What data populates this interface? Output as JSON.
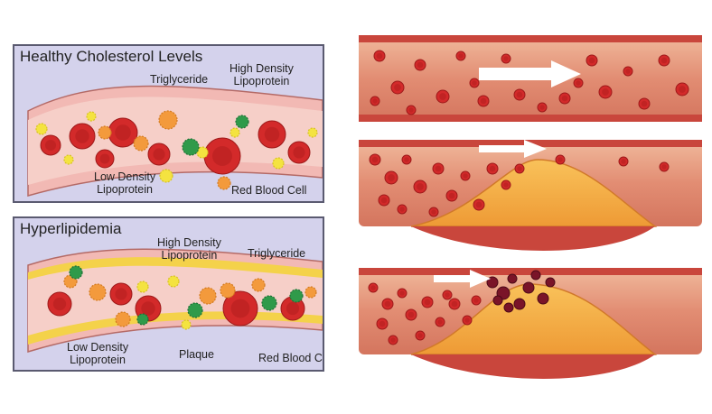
{
  "healthy": {
    "title": "Healthy Cholesterol Levels",
    "labels": {
      "triglyceride": "Triglyceride",
      "hdl_line1": "High Density",
      "hdl_line2": "Lipoprotein",
      "ldl_line1": "Low Density",
      "ldl_line2": "Lipoprotein",
      "rbc": "Red Blood Cell"
    }
  },
  "hyper": {
    "title": "Hyperlipidemia",
    "labels": {
      "hdl_line1": "High Density",
      "hdl_line2": "Lipoprotein",
      "triglyceride": "Triglyceride",
      "ldl_line1": "Low Density",
      "ldl_line2": "Lipoprotein",
      "plaque": "Plaque",
      "rbc": "Red Blood Cell"
    }
  },
  "colors": {
    "panel_bg": "#d4d2ec",
    "vessel_wall": "#f2b9b4",
    "vessel_lumen": "#f6cfc8",
    "red_blood_cell": "#d32a2a",
    "hdl": "#f4e340",
    "ldl": "#f39a3c",
    "triglyceride": "#2f9a4a",
    "plaque": "#f0a83a",
    "flow_arrow": "#ffffff"
  }
}
